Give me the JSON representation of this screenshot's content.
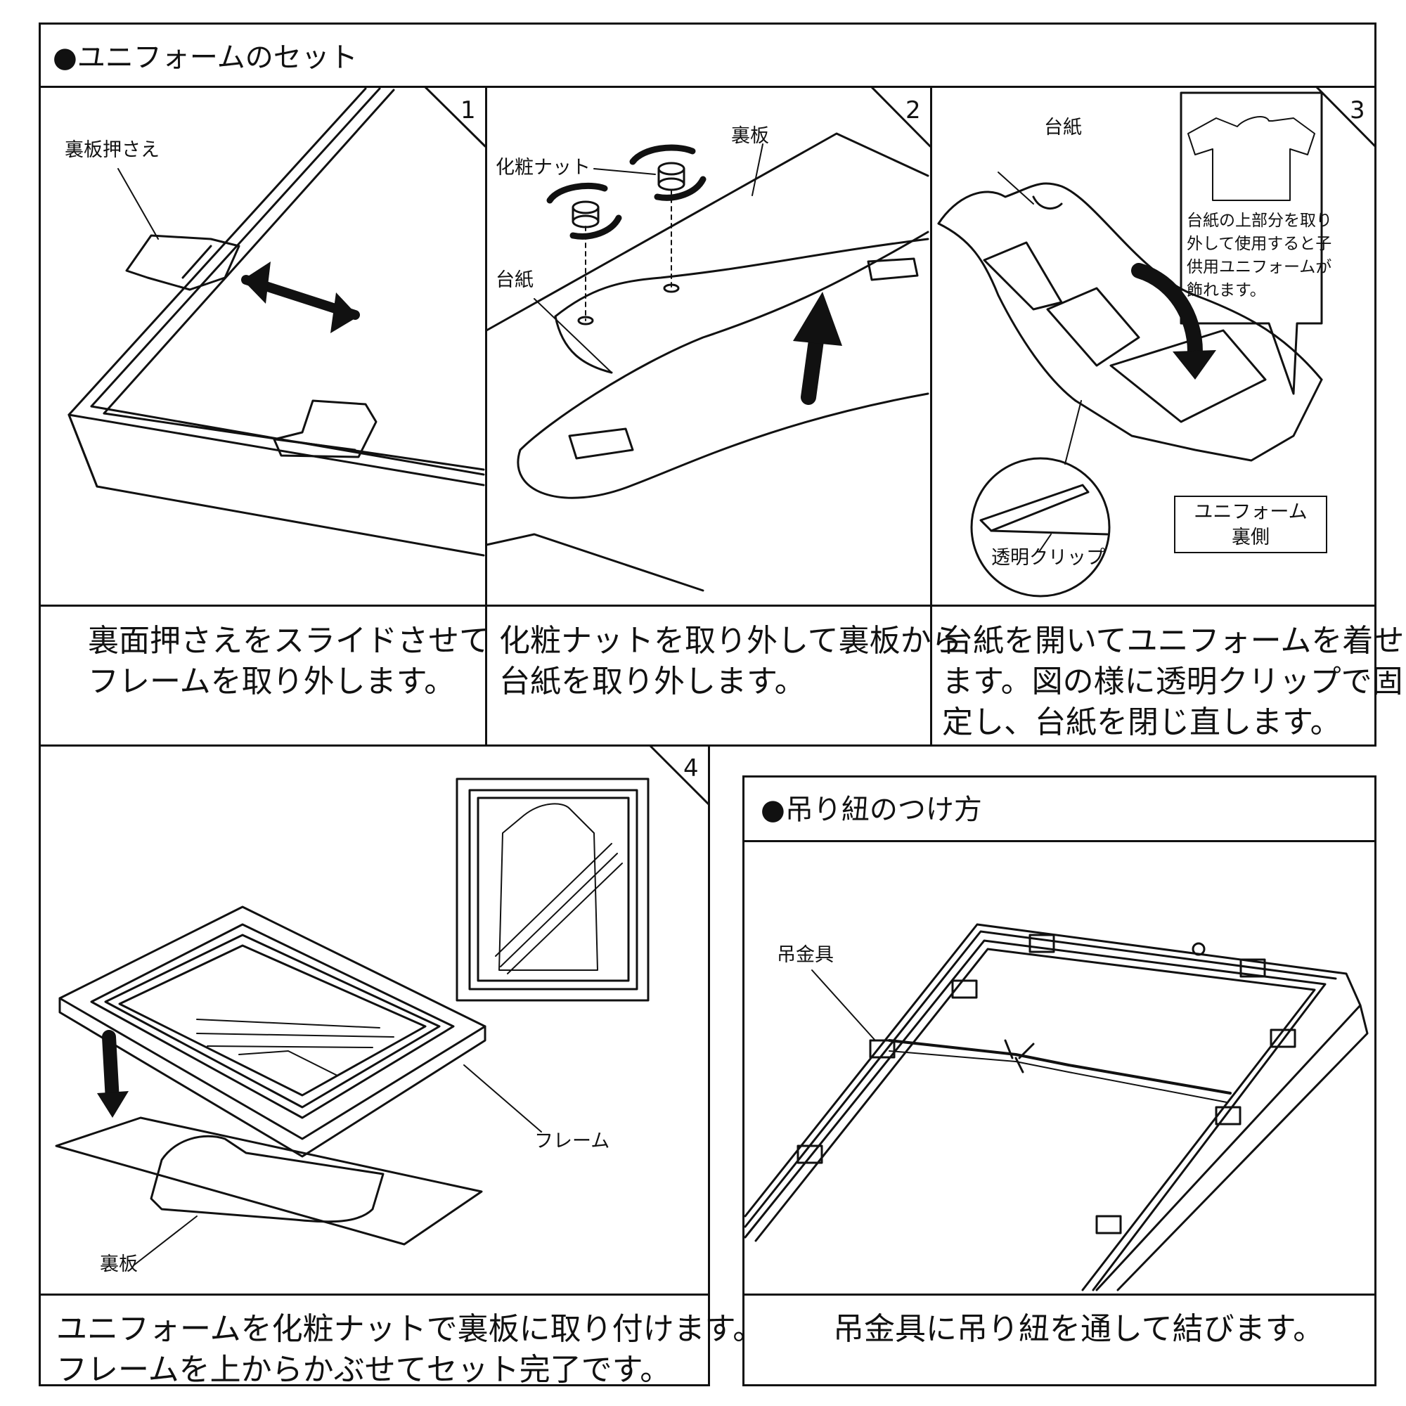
{
  "section1": {
    "title": "●ユニフォームのセット",
    "steps": [
      {
        "num": "1",
        "caption_line1": "裏面押さえをスライドさせて",
        "caption_line2": "フレームを取り外します。",
        "labels": {
          "back_press": "裏板押さえ"
        }
      },
      {
        "num": "2",
        "caption_line1": "化粧ナットを取り外して裏板から",
        "caption_line2": "台紙を取り外します。",
        "labels": {
          "nut": "化粧ナット",
          "back_board": "裏板",
          "mount": "台紙"
        }
      },
      {
        "num": "3",
        "caption_line1": "台紙を開いてユニフォームを着せ",
        "caption_line2": "ます。図の様に透明クリップで固",
        "caption_line3": "定し、台紙を閉じ直します。",
        "labels": {
          "mount": "台紙",
          "clip": "透明クリップ",
          "uniform_back_line1": "ユニフォーム",
          "uniform_back_line2": "裏側",
          "note": [
            "台紙の上部分を取り",
            "外して使用すると子",
            "供用ユニフォームが",
            "飾れます。"
          ]
        }
      },
      {
        "num": "4",
        "caption_line1": "ユニフォームを化粧ナットで裏板に取り付けます。",
        "caption_line2": "フレームを上からかぶせてセット完了です。",
        "labels": {
          "frame": "フレーム",
          "back_board": "裏板"
        }
      }
    ]
  },
  "section2": {
    "title": "●吊り紐のつけ方",
    "caption": "吊金具に吊り紐を通して結びます。",
    "labels": {
      "hanger": "吊金具"
    }
  }
}
